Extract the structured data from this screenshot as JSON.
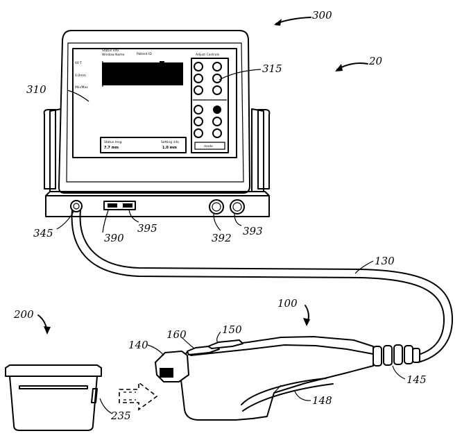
{
  "labels": {
    "r300": "300",
    "r20": "20",
    "r310": "310",
    "r315": "315",
    "r345": "345",
    "r390": "390",
    "r395": "395",
    "r392": "392",
    "r393": "393",
    "r130": "130",
    "r100": "100",
    "r200": "200",
    "r160": "160",
    "r150": "150",
    "r140": "140",
    "r145": "145",
    "r148": "148",
    "r235": "235"
  },
  "screen": {
    "header_line1": "Status info",
    "header_line2": "Window Name",
    "header_mid": "Patient ID",
    "axis_top": "60 T",
    "axis_mid": "4.0mm",
    "axis_low": "Min/Max",
    "panel_title": "Adjust Controls",
    "footer_left_a": "Status msg",
    "footer_left_b": "7.7 mm",
    "footer_right_a": "Setting info",
    "footer_right_b": "1.0 mm",
    "panel_bottom": "mode"
  }
}
